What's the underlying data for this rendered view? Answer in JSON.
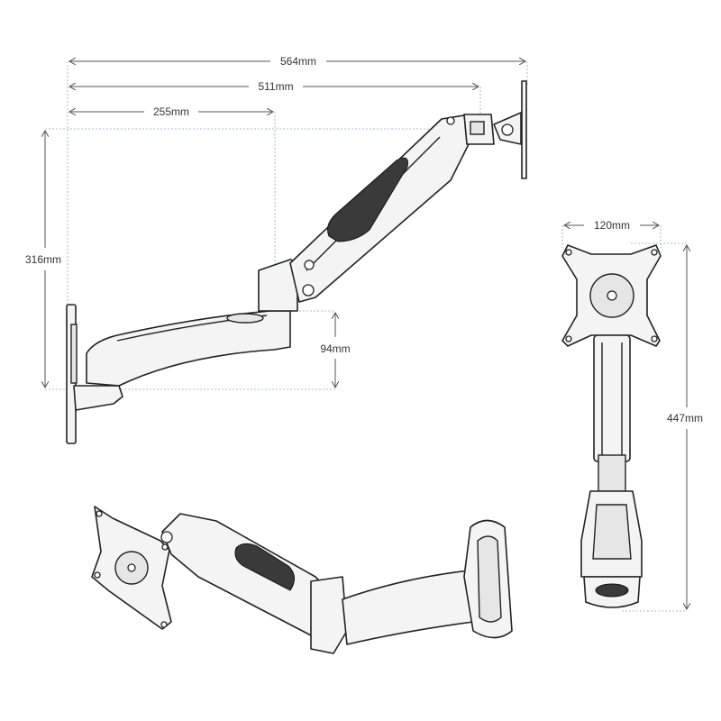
{
  "title": "Monitor wall mount arm dimensions",
  "dimensions": {
    "total_reach": "564mm",
    "arm_reach": "511mm",
    "lower_arm": "255mm",
    "height_range": "316mm",
    "lower_arm_height": "94mm",
    "vesa": "120mm",
    "total_height": "447mm"
  },
  "colors": {
    "line": "#222222",
    "guide": "#7fb3b8",
    "mesh": "#3a3a3a"
  }
}
